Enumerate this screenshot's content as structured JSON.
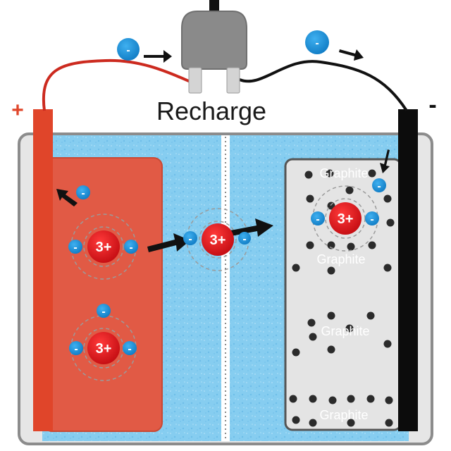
{
  "title": "Recharge",
  "terminals": {
    "positive": "+",
    "negative": "-"
  },
  "graphite_label": "Graphite",
  "ion_label": "3+",
  "electron_label": "-",
  "colors": {
    "cathode": "#e15a45",
    "cathode_electrode": "#e0452a",
    "anode_electrode": "#0c0c0c",
    "graphite_fill": "#e4e4e4",
    "electrolyte": "#7fc8ee",
    "ion": "#d9181d",
    "electron": "#1a8fd6",
    "positive_wire": "#cc2a1f",
    "negative_wire": "#111111",
    "plug": "#8a8a8a"
  },
  "icons": [
    "plug-icon",
    "arrow-icon",
    "electron-icon",
    "lithium-ion-icon"
  ]
}
